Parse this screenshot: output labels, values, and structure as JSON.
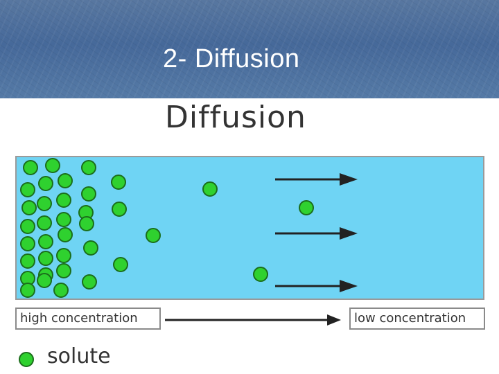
{
  "slide": {
    "title": "2- Diffusion"
  },
  "diagram": {
    "title": "Diffusion",
    "high_label": "high concentration",
    "low_label": "low concentration",
    "legend_label": "solute",
    "colors": {
      "solution": "#6fd4f4",
      "solute": "#2fd12f",
      "solute_outline": "#1b6e1b",
      "arrow": "#222222"
    }
  }
}
